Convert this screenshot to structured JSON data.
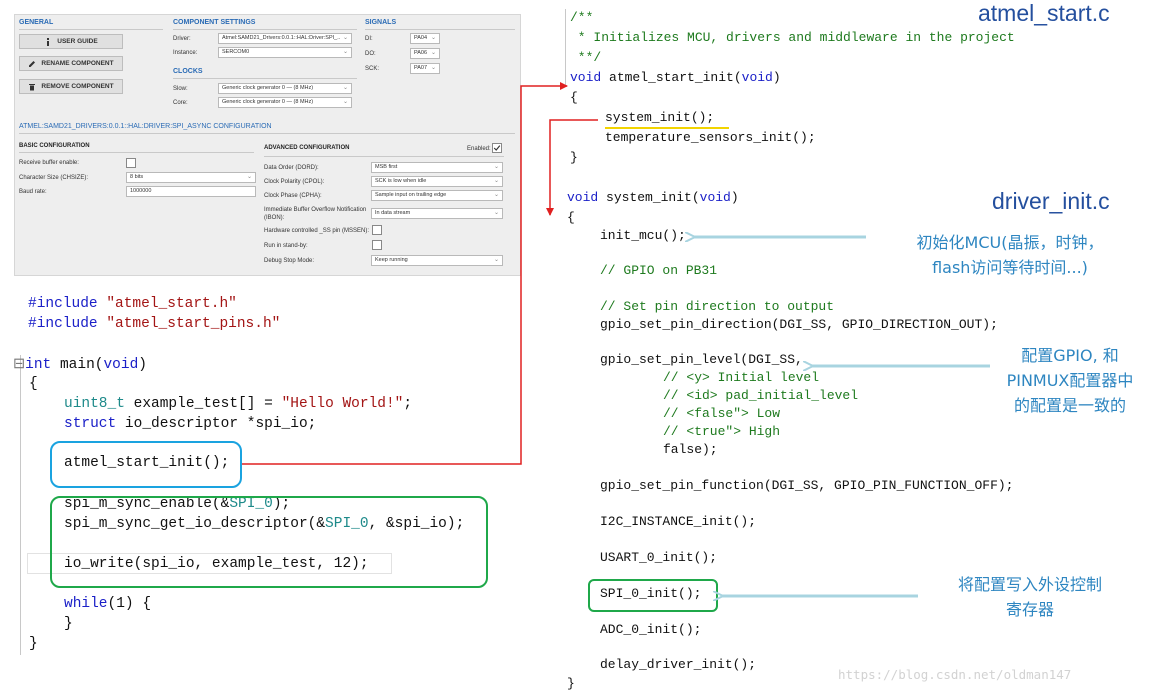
{
  "config_panel": {
    "general": {
      "title": "GENERAL",
      "buttons": [
        "USER GUIDE",
        "RENAME COMPONENT",
        "REMOVE COMPONENT"
      ]
    },
    "component_settings": {
      "title": "COMPONENT SETTINGS",
      "driver_label": "Driver:",
      "driver_value": "Atmel:SAMD21_Drivers:0.0.1::HAL:Driver:SPI_..",
      "instance_label": "Instance:",
      "instance_value": "SERCOM0"
    },
    "clocks": {
      "title": "CLOCKS",
      "slow_label": "Slow:",
      "slow_value": "Generic clock generator 0 — (8 MHz)",
      "core_label": "Core:",
      "core_value": "Generic clock generator 0 — (8 MHz)"
    },
    "signals": {
      "title": "SIGNALS",
      "di_label": "DI:",
      "di_value": "PA04",
      "do_label": "DO:",
      "do_value": "PA06",
      "sck_label": "SCK:",
      "sck_value": "PA07"
    },
    "config_header": "ATMEL:SAMD21_DRIVERS:0.0.1::HAL:DRIVER:SPI_ASYNC CONFIGURATION",
    "basic": {
      "title": "BASIC CONFIGURATION",
      "rx_label": "Receive buffer enable:",
      "chsize_label": "Character Size (CHSIZE):",
      "chsize_value": "8 bits",
      "baud_label": "Baud rate:",
      "baud_value": "1000000"
    },
    "advanced": {
      "title": "ADVANCED CONFIGURATION",
      "enabled_label": "Enabled:",
      "dord_label": "Data Order (DORD):",
      "dord_value": "MSB first",
      "cpol_label": "Clock Polarity (CPOL):",
      "cpol_value": "SCK is low when idle",
      "cpha_label": "Clock Phase (CPHA):",
      "cpha_value": "Sample input on trailing edge",
      "ibon_label1": "Immediate Buffer Overflow Notification",
      "ibon_label2": "(IBON):",
      "ibon_value": "In data stream",
      "mssen_label": "Hardware controlled _SS pin (MSSEN):",
      "standby_label": "Run in stand-by:",
      "dbg_label": "Debug Stop Mode:",
      "dbg_value": "Keep running"
    }
  },
  "main_code": {
    "inc1_kw": "#include",
    "inc1_str": "\"atmel_start.h\"",
    "inc2_kw": "#include",
    "inc2_str": "\"atmel_start_pins.h\"",
    "collapse": "⊟",
    "main_kw": "int",
    "main_fn": " main(",
    "main_void": "void",
    "main_end": ")",
    "brace_open": "{",
    "l_uint_type": "uint8_t",
    "l_uint_rest": " example_test[] = ",
    "l_uint_str": "\"Hello World!\"",
    "l_uint_end": ";",
    "l_struct_kw": "struct",
    "l_struct_rest": " io_descriptor *spi_io;",
    "l_start_init": "atmel_start_init();",
    "l_sync_enable_a": "spi_m_sync_enable(&",
    "l_sync_enable_b": "SPI_0",
    "l_sync_enable_c": ");",
    "l_get_desc_a": "spi_m_sync_get_io_descriptor(&",
    "l_get_desc_b": "SPI_0",
    "l_get_desc_c": ", &spi_io);",
    "l_io_write": "io_write(spi_io, example_test, 12);",
    "l_while_kw": "while",
    "l_while_rest": "(1) {",
    "l_inner_close": "}",
    "brace_close": "}"
  },
  "atmel_start_file": {
    "title": "atmel_start.c",
    "c1": "/**",
    "c2": " * Initializes MCU, drivers and middleware in the project",
    "c3": " **/",
    "sig_kw1": "void",
    "sig_name": " atmel_start_init(",
    "sig_kw2": "void",
    "sig_end": ")",
    "open": "{",
    "line_system_init": "system_init();",
    "line_temp": "temperature_sensors_init();",
    "close": "}"
  },
  "driver_init_file": {
    "title": "driver_init.c",
    "sig_kw1": "void",
    "sig_name": " system_init(",
    "sig_kw2": "void",
    "sig_end": ")",
    "open": "{",
    "l_init_mcu": "init_mcu();",
    "l_gpio_c": "// GPIO on PB31",
    "l_dir_c": "// Set pin direction to output",
    "l_dir": "gpio_set_pin_direction(DGI_SS, GPIO_DIRECTION_OUT);",
    "l_level": "gpio_set_pin_level(DGI_SS,",
    "l_lc1": "// <y> Initial level",
    "l_lc2": "// <id> pad_initial_level",
    "l_lc3": "// <false\"> Low",
    "l_lc4": "// <true\"> High",
    "l_false": "false);",
    "l_func": "gpio_set_pin_function(DGI_SS, GPIO_PIN_FUNCTION_OFF);",
    "l_i2c": "I2C_INSTANCE_init();",
    "l_usart": "USART_0_init();",
    "l_spi": "SPI_0_init();",
    "l_adc": "ADC_0_init();",
    "l_delay": "delay_driver_init();",
    "close": "}"
  },
  "annotations": {
    "init_mcu_note_l1": "初始化MCU(晶振，时钟，",
    "init_mcu_note_l2": "flash访问等待时间...)",
    "gpio_note_l1": "配置GPIO, 和",
    "gpio_note_l2": "PINMUX配置器中",
    "gpio_note_l3": "的配置是一致的",
    "spi_note_l1": "将配置写入外设控制",
    "spi_note_l2": "寄存器"
  },
  "watermark": "https://blog.csdn.net/oldman147",
  "colors": {
    "blue_box": "#1aa3e0",
    "green_box": "#1fa84a",
    "red_arrow": "#e02020",
    "note_text": "#2e86c1",
    "note_arrow": "#a8d4e0",
    "file_title": "#244f9e"
  }
}
